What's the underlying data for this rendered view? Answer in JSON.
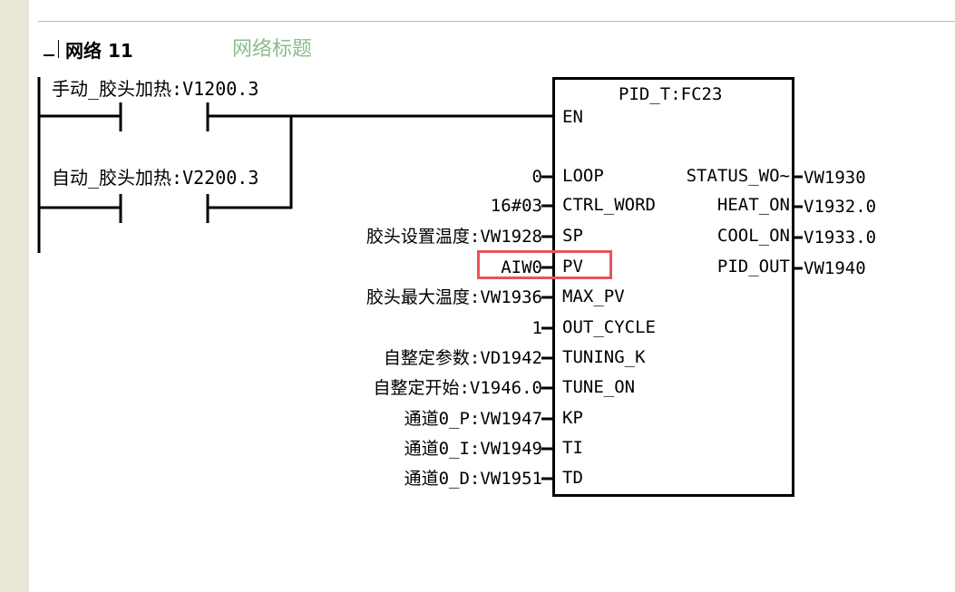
{
  "network": {
    "label": "网络 11",
    "title": "网络标题"
  },
  "contacts": [
    {
      "label": "手动_胶头加热:V1200.3"
    },
    {
      "label": "自动_胶头加热:V2200.3"
    }
  ],
  "block": {
    "name": "PID_T:FC23",
    "en": "EN",
    "inputs": [
      {
        "pin": "LOOP",
        "value": "0"
      },
      {
        "pin": "CTRL_WORD",
        "value": "16#03"
      },
      {
        "pin": "SP",
        "value": "胶头设置温度:VW1928"
      },
      {
        "pin": "PV",
        "value": "AIW0"
      },
      {
        "pin": "MAX_PV",
        "value": "胶头最大温度:VW1936"
      },
      {
        "pin": "OUT_CYCLE",
        "value": "1"
      },
      {
        "pin": "TUNING_K",
        "value": "自整定参数:VD1942"
      },
      {
        "pin": "TUNE_ON",
        "value": "自整定开始:V1946.0"
      },
      {
        "pin": "KP",
        "value": "通道0_P:VW1947"
      },
      {
        "pin": "TI",
        "value": "通道0_I:VW1949"
      },
      {
        "pin": "TD",
        "value": "通道0_D:VW1951"
      }
    ],
    "outputs": [
      {
        "pin": "STATUS_WO~",
        "value": "VW1930"
      },
      {
        "pin": "HEAT_ON",
        "value": "V1932.0"
      },
      {
        "pin": "COOL_ON",
        "value": "V1933.0"
      },
      {
        "pin": "PID_OUT",
        "value": "VW1940"
      }
    ]
  },
  "colors": {
    "title_text": "#8dbb8d",
    "highlight": "#e8535b",
    "gutter": "#e9e6d8"
  }
}
